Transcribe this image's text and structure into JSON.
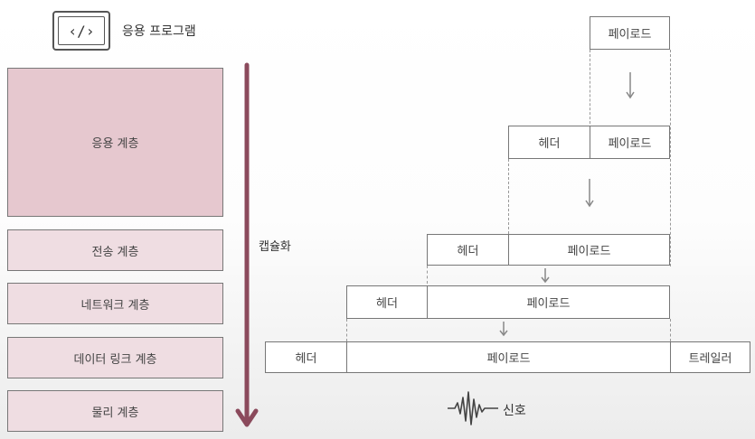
{
  "app": {
    "icon": "code-icon",
    "label": "응용 프로그램"
  },
  "layers": [
    {
      "label": "응용 계층"
    },
    {
      "label": "전송 계층"
    },
    {
      "label": "네트워크 계층"
    },
    {
      "label": "데이터 링크 계층"
    },
    {
      "label": "물리 계층"
    }
  ],
  "encapsulation_label": "캡슐화",
  "packets": {
    "app": {
      "payload": "페이로드"
    },
    "transport": {
      "header": "헤더",
      "payload": "페이로드"
    },
    "network": {
      "header": "헤더",
      "payload": "페이로드"
    },
    "internet": {
      "header": "헤더",
      "payload": "페이로드"
    },
    "link": {
      "header": "헤더",
      "payload": "페이로드",
      "trailer": "트레일러"
    }
  },
  "signal": {
    "icon": "waveform-icon",
    "label": "신호"
  },
  "colors": {
    "arrow": "#8b4a5c",
    "app_layer": "#e6c8cf",
    "layer": "#efdde2"
  }
}
